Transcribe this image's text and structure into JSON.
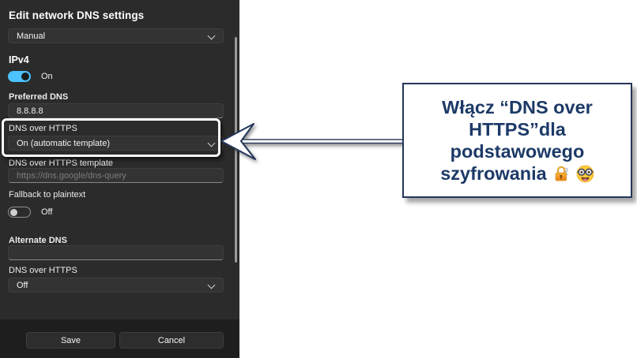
{
  "dialog": {
    "title": "Edit network DNS settings",
    "dns_mode": {
      "value": "Manual"
    },
    "ipv4": {
      "heading": "IPv4",
      "state_label": "On"
    },
    "preferred_dns": {
      "label": "Preferred DNS",
      "value": "8.8.8.8"
    },
    "dns_over_https_primary": {
      "label": "DNS over HTTPS",
      "value": "On (automatic template)"
    },
    "doh_template": {
      "label": "DNS over HTTPS template",
      "placeholder": "https://dns.google/dns-query"
    },
    "fallback_plaintext": {
      "label": "Fallback to plaintext",
      "state_label": "Off"
    },
    "alternate_dns": {
      "label": "Alternate DNS",
      "value": ""
    },
    "dns_over_https_alternate": {
      "label": "DNS over HTTPS",
      "value": "Off"
    },
    "buttons": {
      "save": "Save",
      "cancel": "Cancel"
    }
  },
  "callout": {
    "text": "Włącz “DNS over HTTPS”dla podstawowego szyfrowania 🔐 🤓",
    "lines": [
      "Włącz “DNS over",
      "HTTPS”dla",
      "podstawowego",
      "szyfrowania"
    ],
    "emojis": [
      "locked-with-key",
      "nerd-face"
    ]
  },
  "colors": {
    "toggle_accent": "#4cc2ff",
    "panel_bg": "#2b2b2b",
    "footer_bg": "#1e1e1e",
    "callout_border": "#24365a",
    "callout_text": "#1d3a67",
    "highlight_border": "#ffffff"
  }
}
